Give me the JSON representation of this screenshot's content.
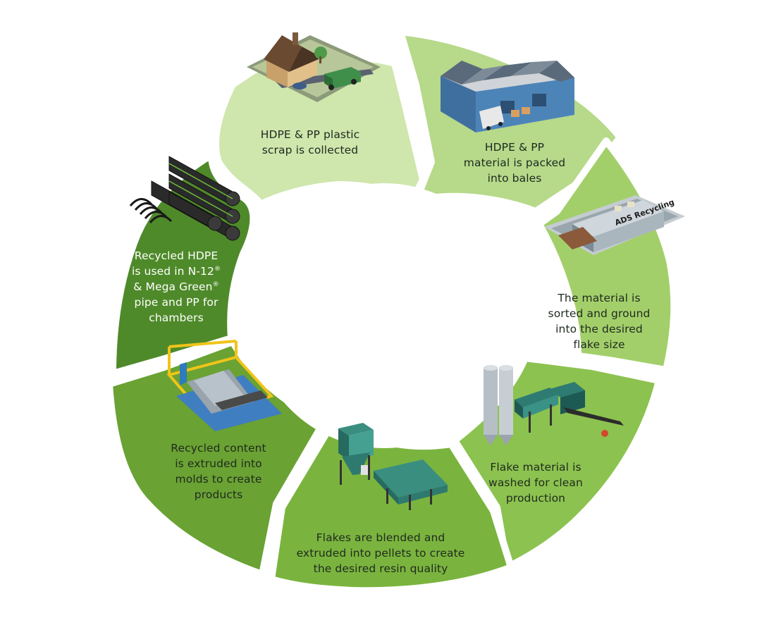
{
  "colors": {
    "step1": "#cfe6ad",
    "step2": "#b6d98a",
    "step3": "#a3cf6a",
    "step4": "#8cc24f",
    "step5": "#7ab43e",
    "step6": "#6aa233",
    "step7": "#4f8a2a",
    "text_dark": "#1f2a1f",
    "text_light": "#ffffff"
  },
  "steps": [
    {
      "id": "collect",
      "lines": [
        "HDPE & PP plastic",
        "scrap is collected"
      ],
      "icon": "house-garbage-truck-icon"
    },
    {
      "id": "bale",
      "lines": [
        "HDPE & PP",
        "material is packed",
        "into bales"
      ],
      "icon": "warehouse-icon"
    },
    {
      "id": "sort",
      "lines": [
        "The material is",
        "sorted and ground",
        "into the desired",
        "flake size"
      ],
      "icon": "ads-recycling-facility-icon"
    },
    {
      "id": "wash",
      "lines": [
        "Flake material is",
        "washed for clean",
        "production"
      ],
      "icon": "wash-line-machinery-icon"
    },
    {
      "id": "pellet",
      "lines": [
        "Flakes are blended and",
        "extruded into pellets to create",
        "the desired resin quality"
      ],
      "icon": "pellet-extruder-icon"
    },
    {
      "id": "mold",
      "lines": [
        "Recycled content",
        "is extruded into",
        "molds to create",
        "products"
      ],
      "icon": "extrusion-mold-icon"
    },
    {
      "id": "pipe",
      "lines": [
        "Recycled HDPE",
        "is used in N-12",
        "& Mega Green",
        "pipe and PP for",
        "chambers"
      ],
      "icon": "pipes-icon"
    }
  ],
  "registered_mark": "®",
  "facility_sign": "ADS Recycling"
}
